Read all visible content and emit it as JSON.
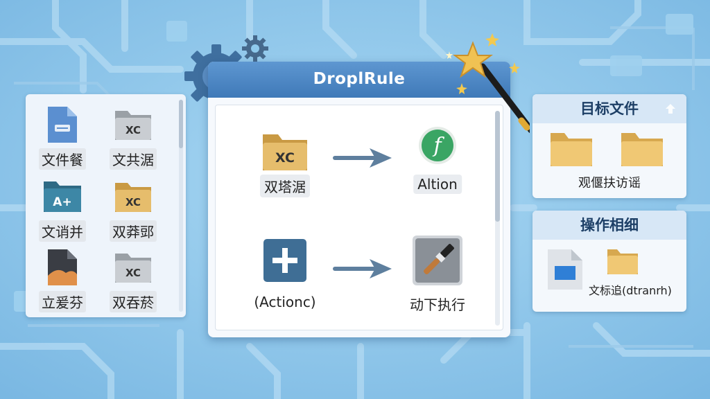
{
  "left_panel": {
    "files": [
      {
        "label": "文件餐",
        "icon": "document-icon"
      },
      {
        "label": "文共涺",
        "icon": "xc-folder-icon"
      },
      {
        "label": "文诮并",
        "icon": "font-folder-icon",
        "icon_text": "A+"
      },
      {
        "label": "双莽郖",
        "icon": "xc-folder-icon"
      },
      {
        "label": "立爰芬",
        "icon": "image-file-icon"
      },
      {
        "label": "双吞菸",
        "icon": "xc-folder-icon"
      }
    ],
    "folder_badge": "XC"
  },
  "main_window": {
    "title": "DroplRule",
    "rules": [
      {
        "source_label": "双塔涺",
        "source_icon": "xc-folder-icon",
        "action_label": "Altion",
        "action_icon": "function-icon",
        "action_glyph": "f"
      },
      {
        "source_label": "(Actionc)",
        "source_icon": "plus-icon",
        "action_label": "动下执行",
        "action_icon": "brush-icon"
      }
    ]
  },
  "right_panels": {
    "target": {
      "title": "目标文件",
      "label": "观偃扶访谣"
    },
    "operation": {
      "title": "操作相细",
      "label": "文标追(dtranrh)"
    }
  },
  "colors": {
    "background": "#8ec9ec",
    "titlebar": "#4a86c5",
    "folder": "#e3b866",
    "action_green": "#3aa564",
    "plus_tile": "#3f6e95"
  }
}
